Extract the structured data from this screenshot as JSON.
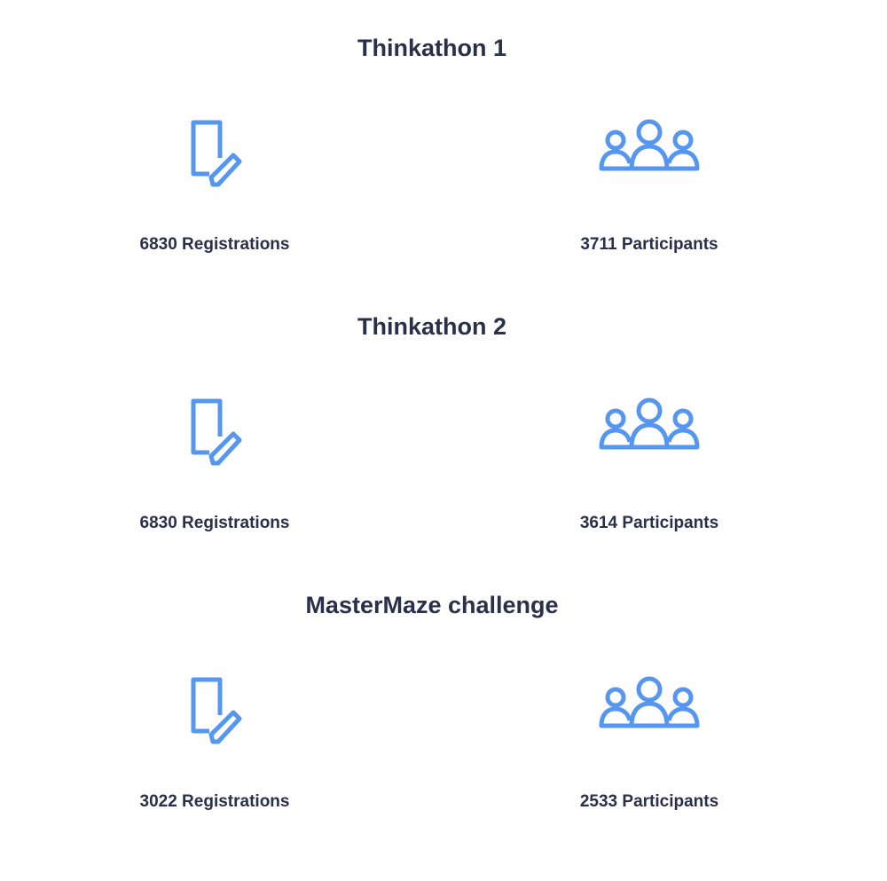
{
  "accent_color": "#5596f0",
  "icons": {
    "registrations": "document-edit-icon",
    "participants": "group-people-icon"
  },
  "sections": [
    {
      "title": "Thinkathon 1",
      "registrations": "6830 Registrations",
      "participants": "3711 Participants"
    },
    {
      "title": "Thinkathon 2",
      "registrations": "6830 Registrations",
      "participants": "3614 Participants"
    },
    {
      "title": "MasterMaze challenge",
      "registrations": "3022 Registrations",
      "participants": "2533 Participants"
    }
  ]
}
